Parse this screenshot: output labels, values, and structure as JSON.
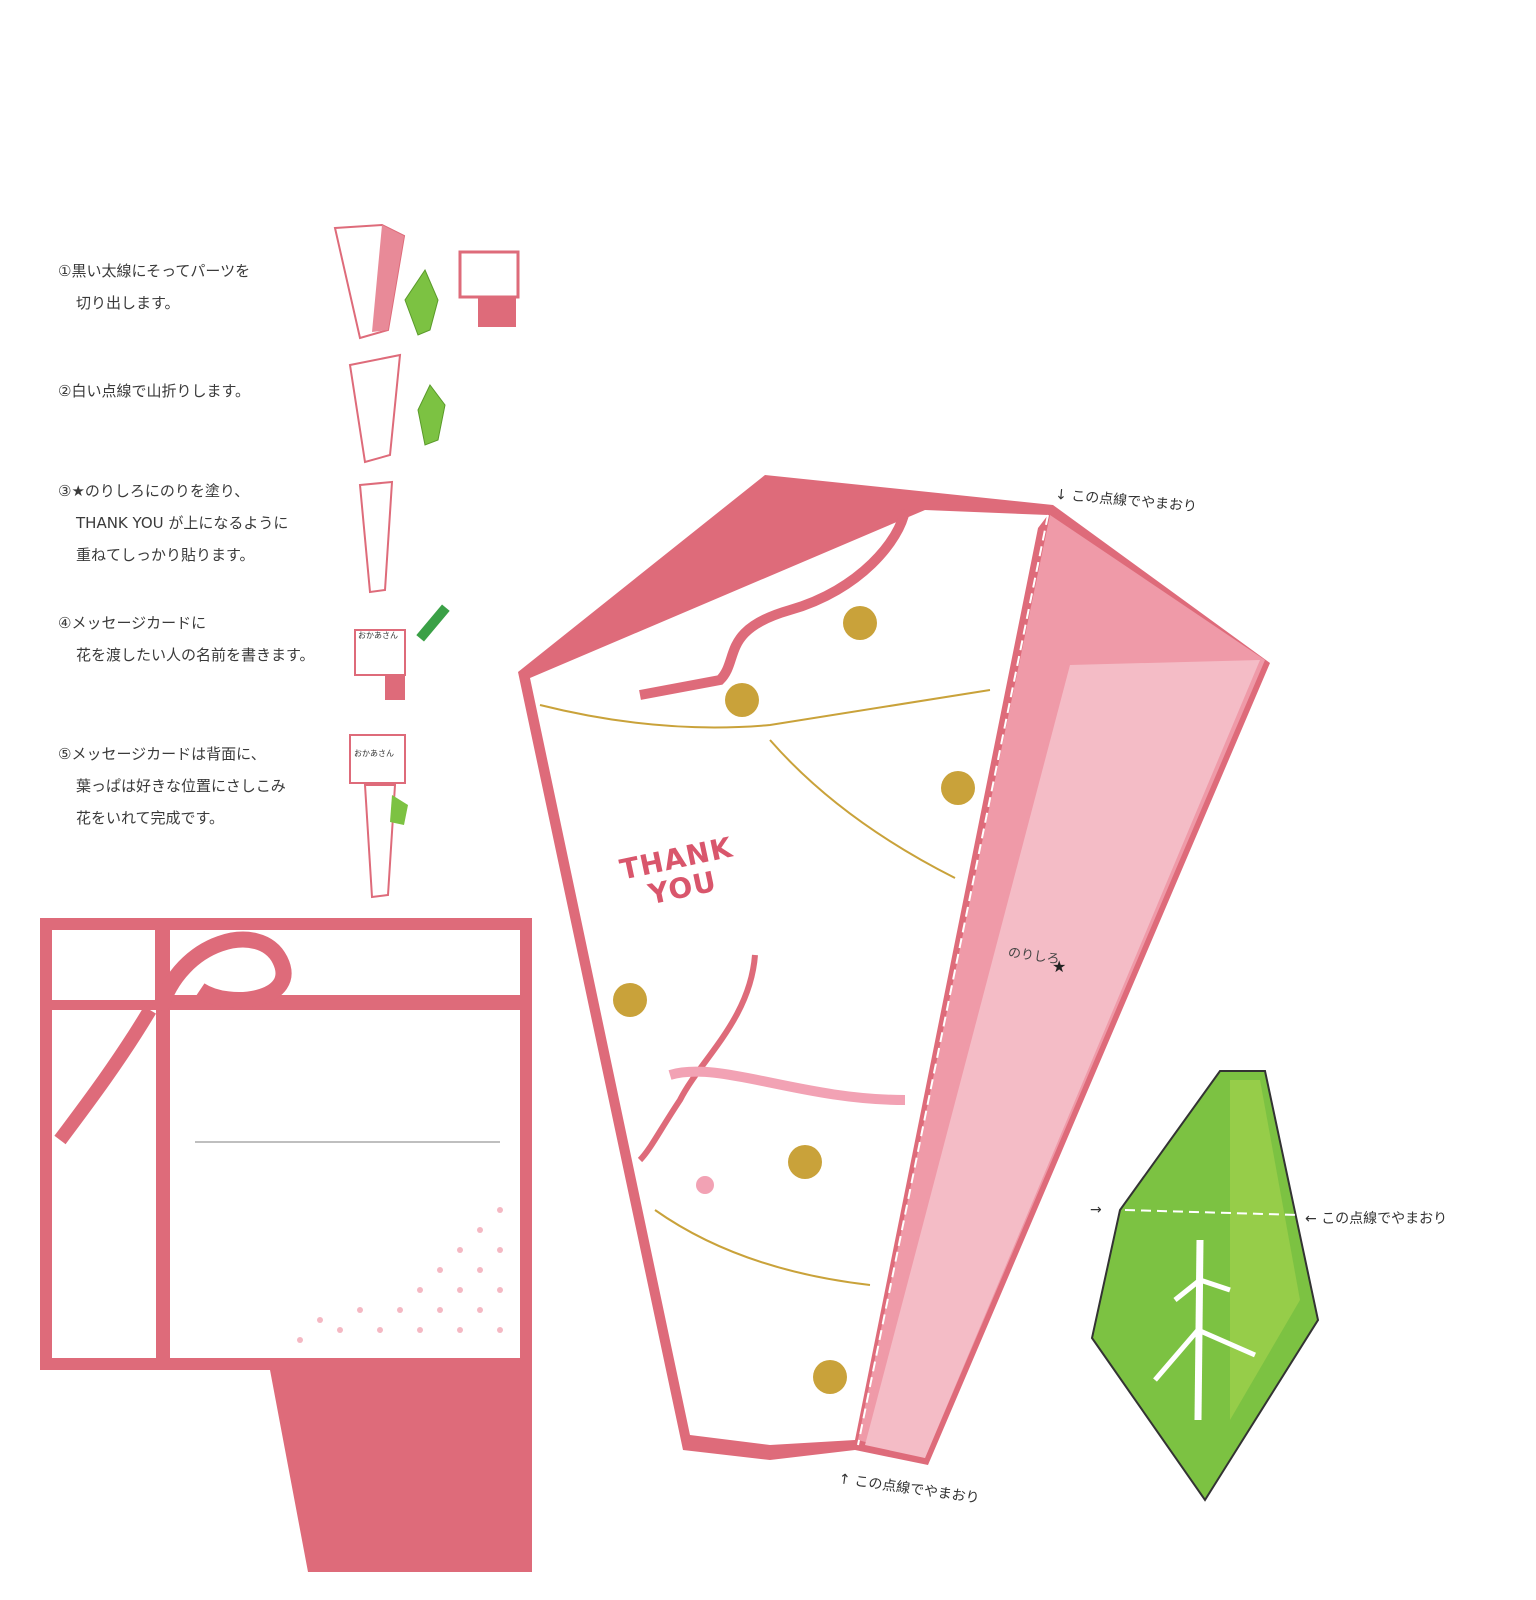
{
  "instructions": [
    {
      "num": "①",
      "line1": "黒い太線にそってパーツを",
      "line2": "切り出します。",
      "line3": ""
    },
    {
      "num": "②",
      "line1": "白い点線で山折りします。",
      "line2": "",
      "line3": ""
    },
    {
      "num": "③",
      "line1": "★のりしろにのりを塗り、",
      "line2": "THANK YOU が上になるように",
      "line3": "重ねてしっかり貼ります。"
    },
    {
      "num": "④",
      "line1": "メッセージカードに",
      "line2": "花を渡したい人の名前を書きます。",
      "line3": ""
    },
    {
      "num": "⑤",
      "line1": "メッセージカードは背面に、",
      "line2": "葉っぱは好きな位置にさしこみ",
      "line3": "花をいれて完成です。"
    }
  ],
  "fold_note": "この点線でやまおり",
  "wrapper": {
    "thank": "THANK",
    "you": "YOU",
    "glue_star": "★",
    "glue_label": "のりしろ"
  },
  "mini_card_label": "おかあさん",
  "colors": {
    "pink": "#de6b7a",
    "light_pink": "#f2b9c2",
    "grid_pink": "#e88a98",
    "leaf_green": "#7cc242",
    "gold": "#c9a23a"
  }
}
